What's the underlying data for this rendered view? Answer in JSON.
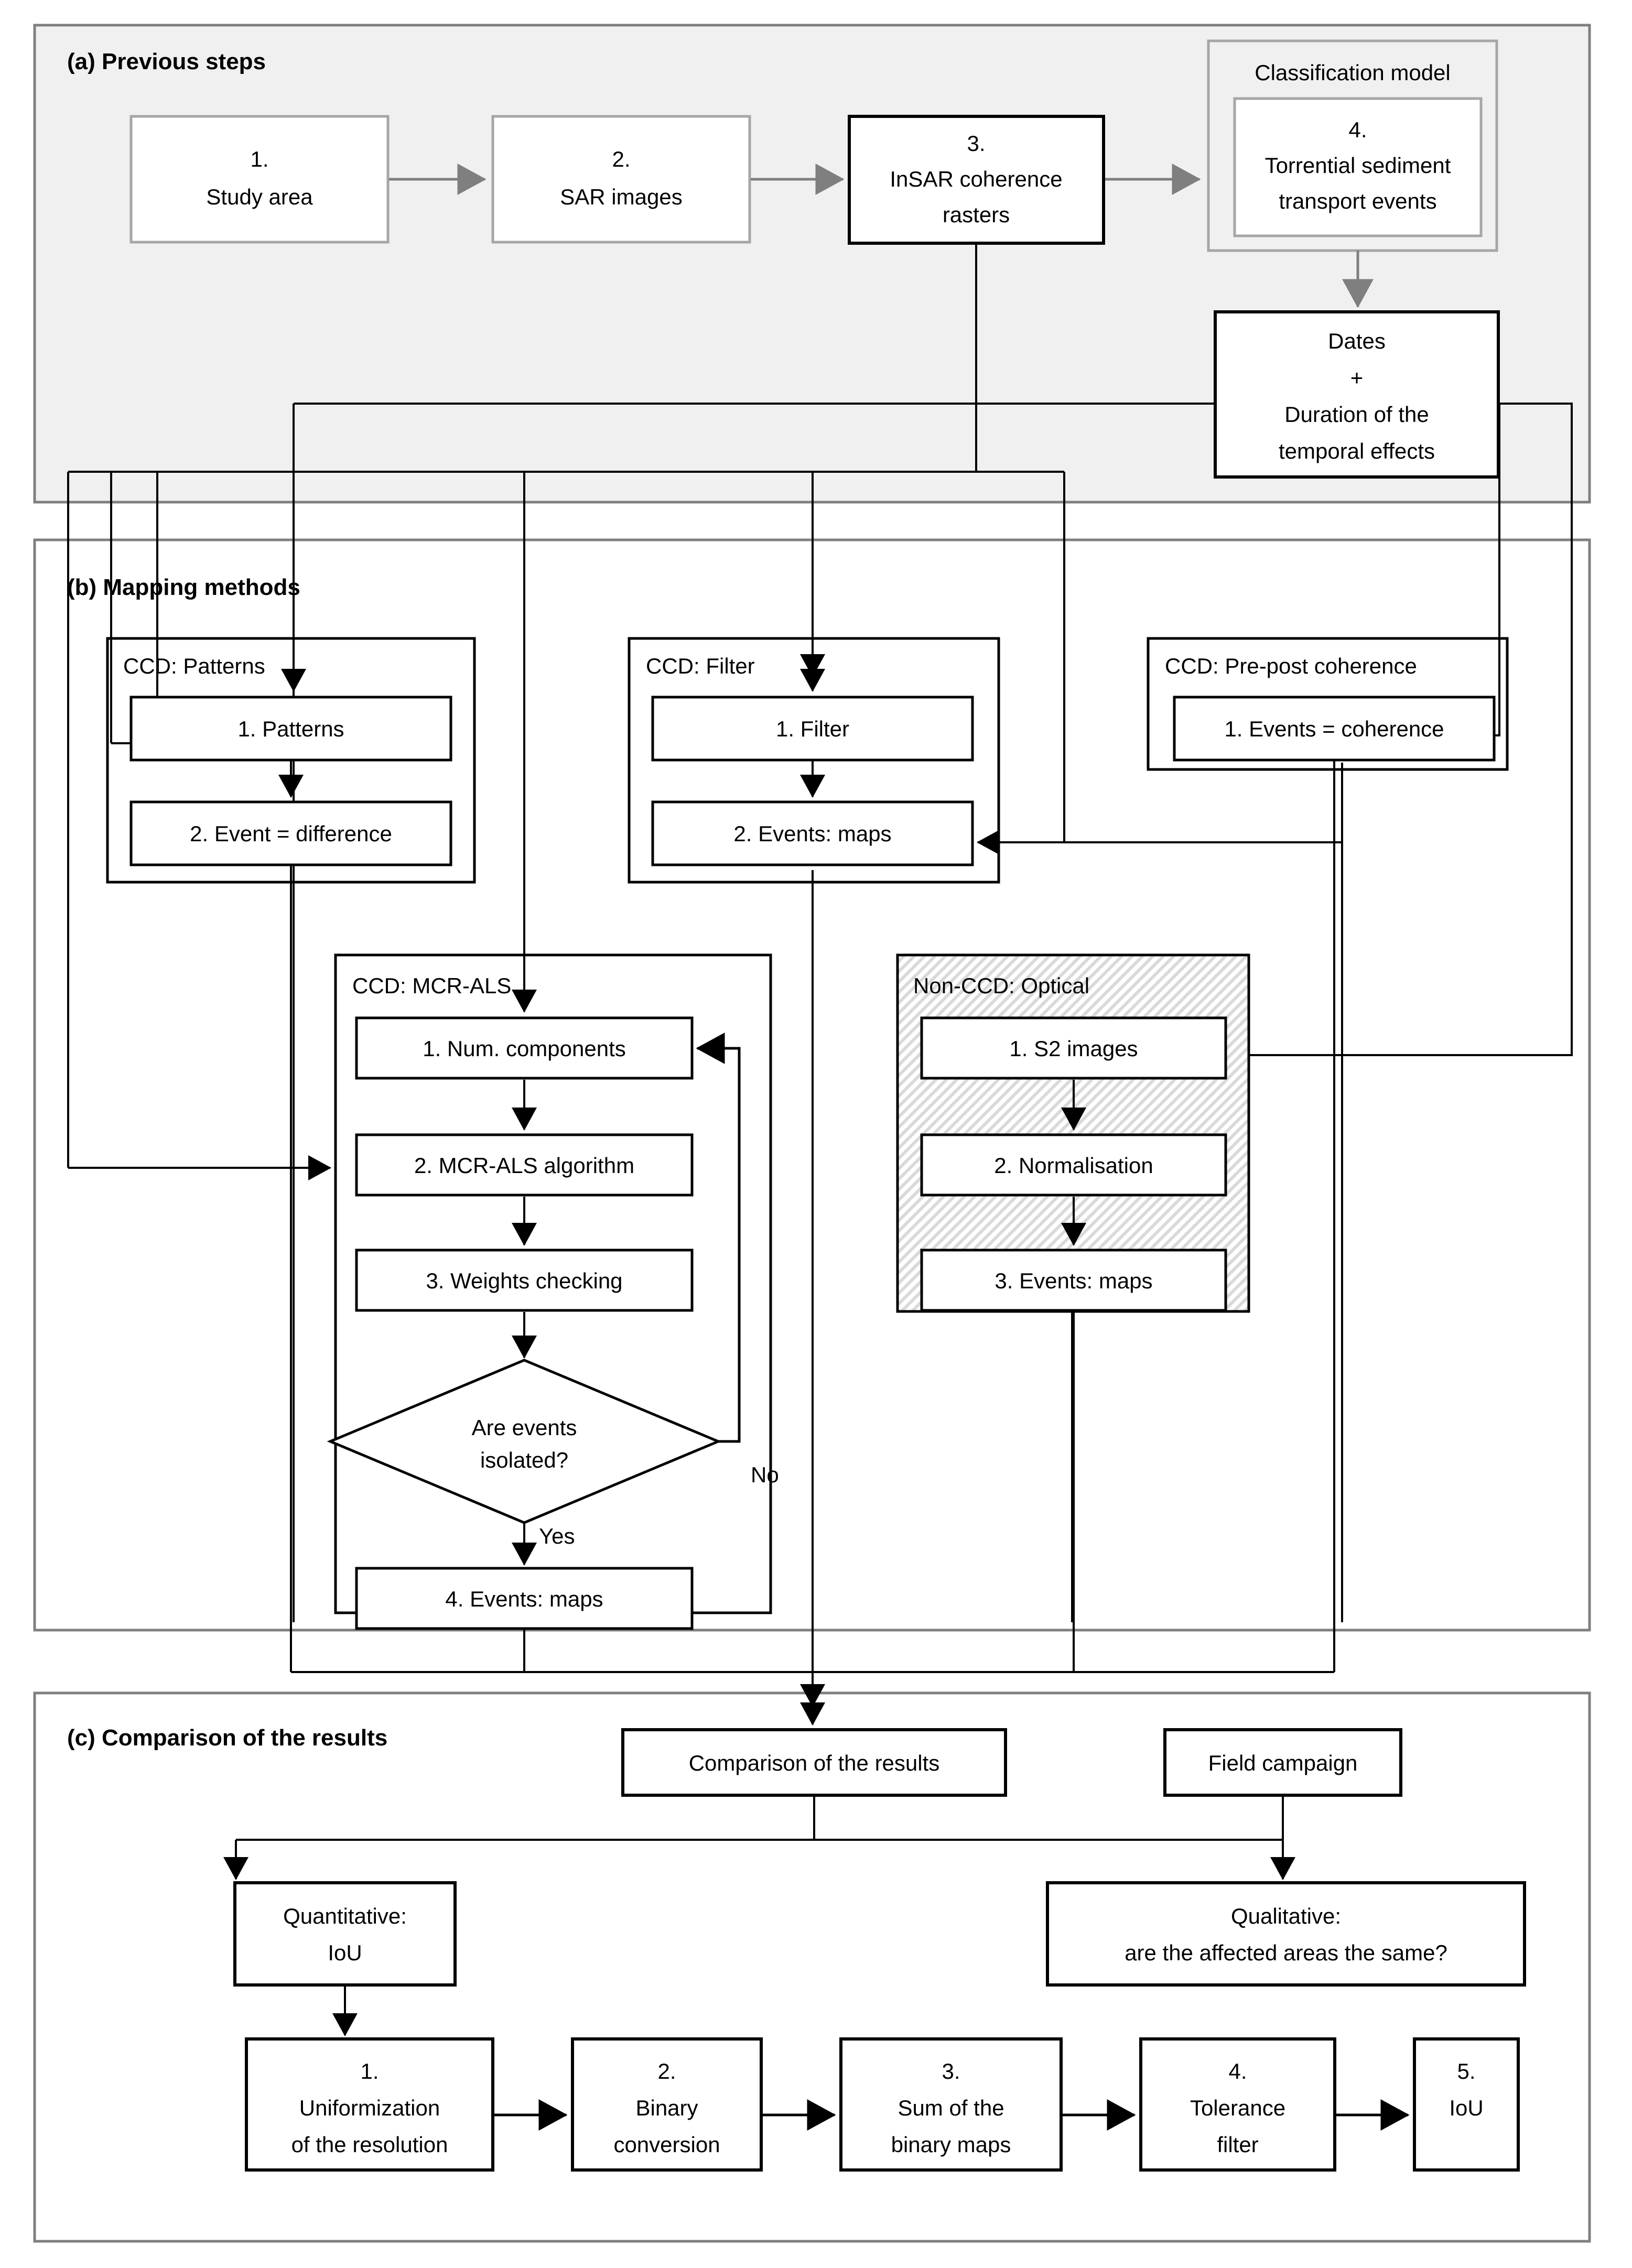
{
  "figure": {
    "type": "flowchart",
    "title_visible": false
  },
  "sections": {
    "a": {
      "label": "(a) Previous steps"
    },
    "b": {
      "label": "(b) Mapping methods"
    },
    "c": {
      "label": "(c) Comparison of the results"
    }
  },
  "previous_steps": {
    "step1": {
      "num": "1.",
      "text": "Study area"
    },
    "step2": {
      "num": "2.",
      "text": "SAR images"
    },
    "step3": {
      "num": "3.",
      "line1": "InSAR coherence",
      "line2": "rasters"
    },
    "classification_model": {
      "title": "Classification model"
    },
    "step4": {
      "num": "4.",
      "line1": "Torrential sediment",
      "line2": "transport events"
    },
    "dates": {
      "line1": "Dates",
      "line2": "+",
      "line3": "Duration of the",
      "line4": "temporal effects"
    }
  },
  "mapping_methods": {
    "ccd_patterns": {
      "group_title": "CCD: Patterns",
      "steps": [
        "1. Patterns",
        "2. Event = difference"
      ]
    },
    "ccd_filter": {
      "group_title": "CCD: Filter",
      "steps": [
        "1. Filter",
        "2. Events: maps"
      ]
    },
    "ccd_prepost": {
      "group_title": "CCD: Pre-post coherence",
      "steps": [
        "1. Events = coherence"
      ]
    },
    "ccd_mcrals": {
      "group_title": "CCD: MCR-ALS",
      "steps": [
        "1. Num. components",
        "2. MCR-ALS algorithm",
        "3. Weights checking",
        "4. Events: maps"
      ],
      "decision": {
        "line1": "Are events",
        "line2": "isolated?"
      },
      "branch_no": "No",
      "branch_yes": "Yes"
    },
    "non_ccd_optical": {
      "group_title": "Non-CCD: Optical",
      "steps": [
        "1. S2 images",
        "2. Normalisation",
        "3. Events: maps"
      ]
    }
  },
  "comparison": {
    "comparison_box": "Comparison of the results",
    "field_campaign": "Field campaign",
    "quantitative": {
      "line1": "Quantitative:",
      "line2": "IoU"
    },
    "qualitative": {
      "line1": "Qualitative:",
      "line2": "are the affected areas the same?"
    },
    "pipeline": [
      {
        "num": "1.",
        "line1": "Uniformization",
        "line2": "of the resolution"
      },
      {
        "num": "2.",
        "line1": "Binary",
        "line2": "conversion"
      },
      {
        "num": "3.",
        "line1": "Sum of the",
        "line2": "binary maps"
      },
      {
        "num": "4.",
        "line1": "Tolerance",
        "line2": "filter"
      },
      {
        "num": "5.",
        "line1": "IoU",
        "line2": ""
      }
    ]
  },
  "colors": {
    "section_a_fill": "#f0f0f0",
    "section_border": "#7f7f7f",
    "muted_text": "#7f7f7f",
    "muted_border": "#a6a6a6",
    "strong": "#000000",
    "hatch_fill": "#f2f2f2"
  }
}
